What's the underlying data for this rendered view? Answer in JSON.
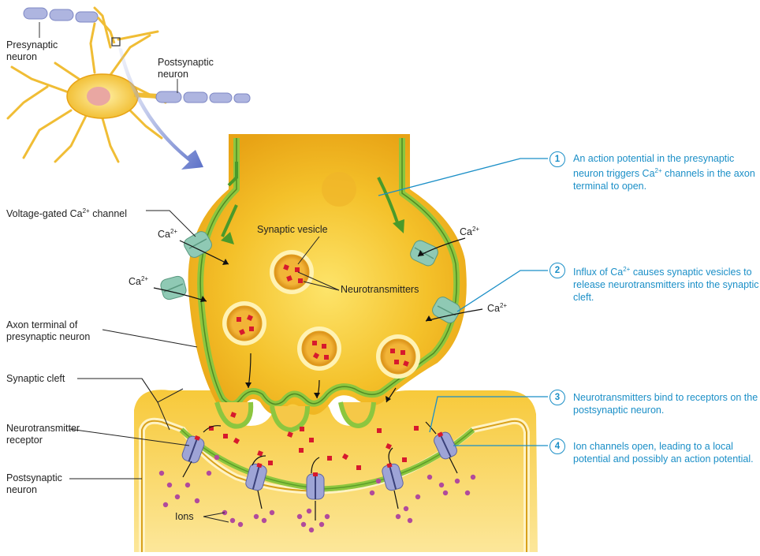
{
  "labels": {
    "presynaptic": [
      "Presynaptic",
      "neuron"
    ],
    "postsynaptic_top": [
      "Postsynaptic",
      "neuron"
    ],
    "vg_channel_prefix": "Voltage-gated Ca",
    "vg_channel_sup": "2+",
    "vg_channel_suffix": " channel",
    "synaptic_vesicle": "Synaptic vesicle",
    "neurotransmitters": "Neurotransmitters",
    "axon_terminal": [
      "Axon terminal of",
      "presynaptic neuron"
    ],
    "synaptic_cleft": "Synaptic cleft",
    "nt_receptor": [
      "Neurotransmitter",
      "receptor"
    ],
    "postsynaptic_bottom": [
      "Postsynaptic",
      "neuron"
    ],
    "ions": "Ions",
    "ca_ion": "Ca",
    "ca_sup": "2+"
  },
  "steps": [
    {
      "number": "1",
      "text_parts": [
        "An action potential in the presynaptic neuron triggers Ca",
        "2+",
        " channels in the axon terminal to open."
      ]
    },
    {
      "number": "2",
      "text_parts": [
        "Influx of Ca",
        "2+",
        " causes synaptic vesicles to release neurotransmitters into the synaptic cleft."
      ]
    },
    {
      "number": "3",
      "text_parts": [
        "Neurotransmitters bind to receptors on the postsynaptic neuron.",
        "",
        ""
      ]
    },
    {
      "number": "4",
      "text_parts": [
        "Ion channels open, leading to a local potential and possibly an action potential.",
        "",
        ""
      ]
    }
  ],
  "colors": {
    "step_blue": "#1b8fc7",
    "cytoplasm": "#f2b41c",
    "membrane_green": "#8cc63f",
    "neurotransmitter_red": "#d7192d",
    "ion_purple": "#b14a9c",
    "channel_teal": "#8fc9b4",
    "receptor_lavender": "#9ea4d6"
  }
}
